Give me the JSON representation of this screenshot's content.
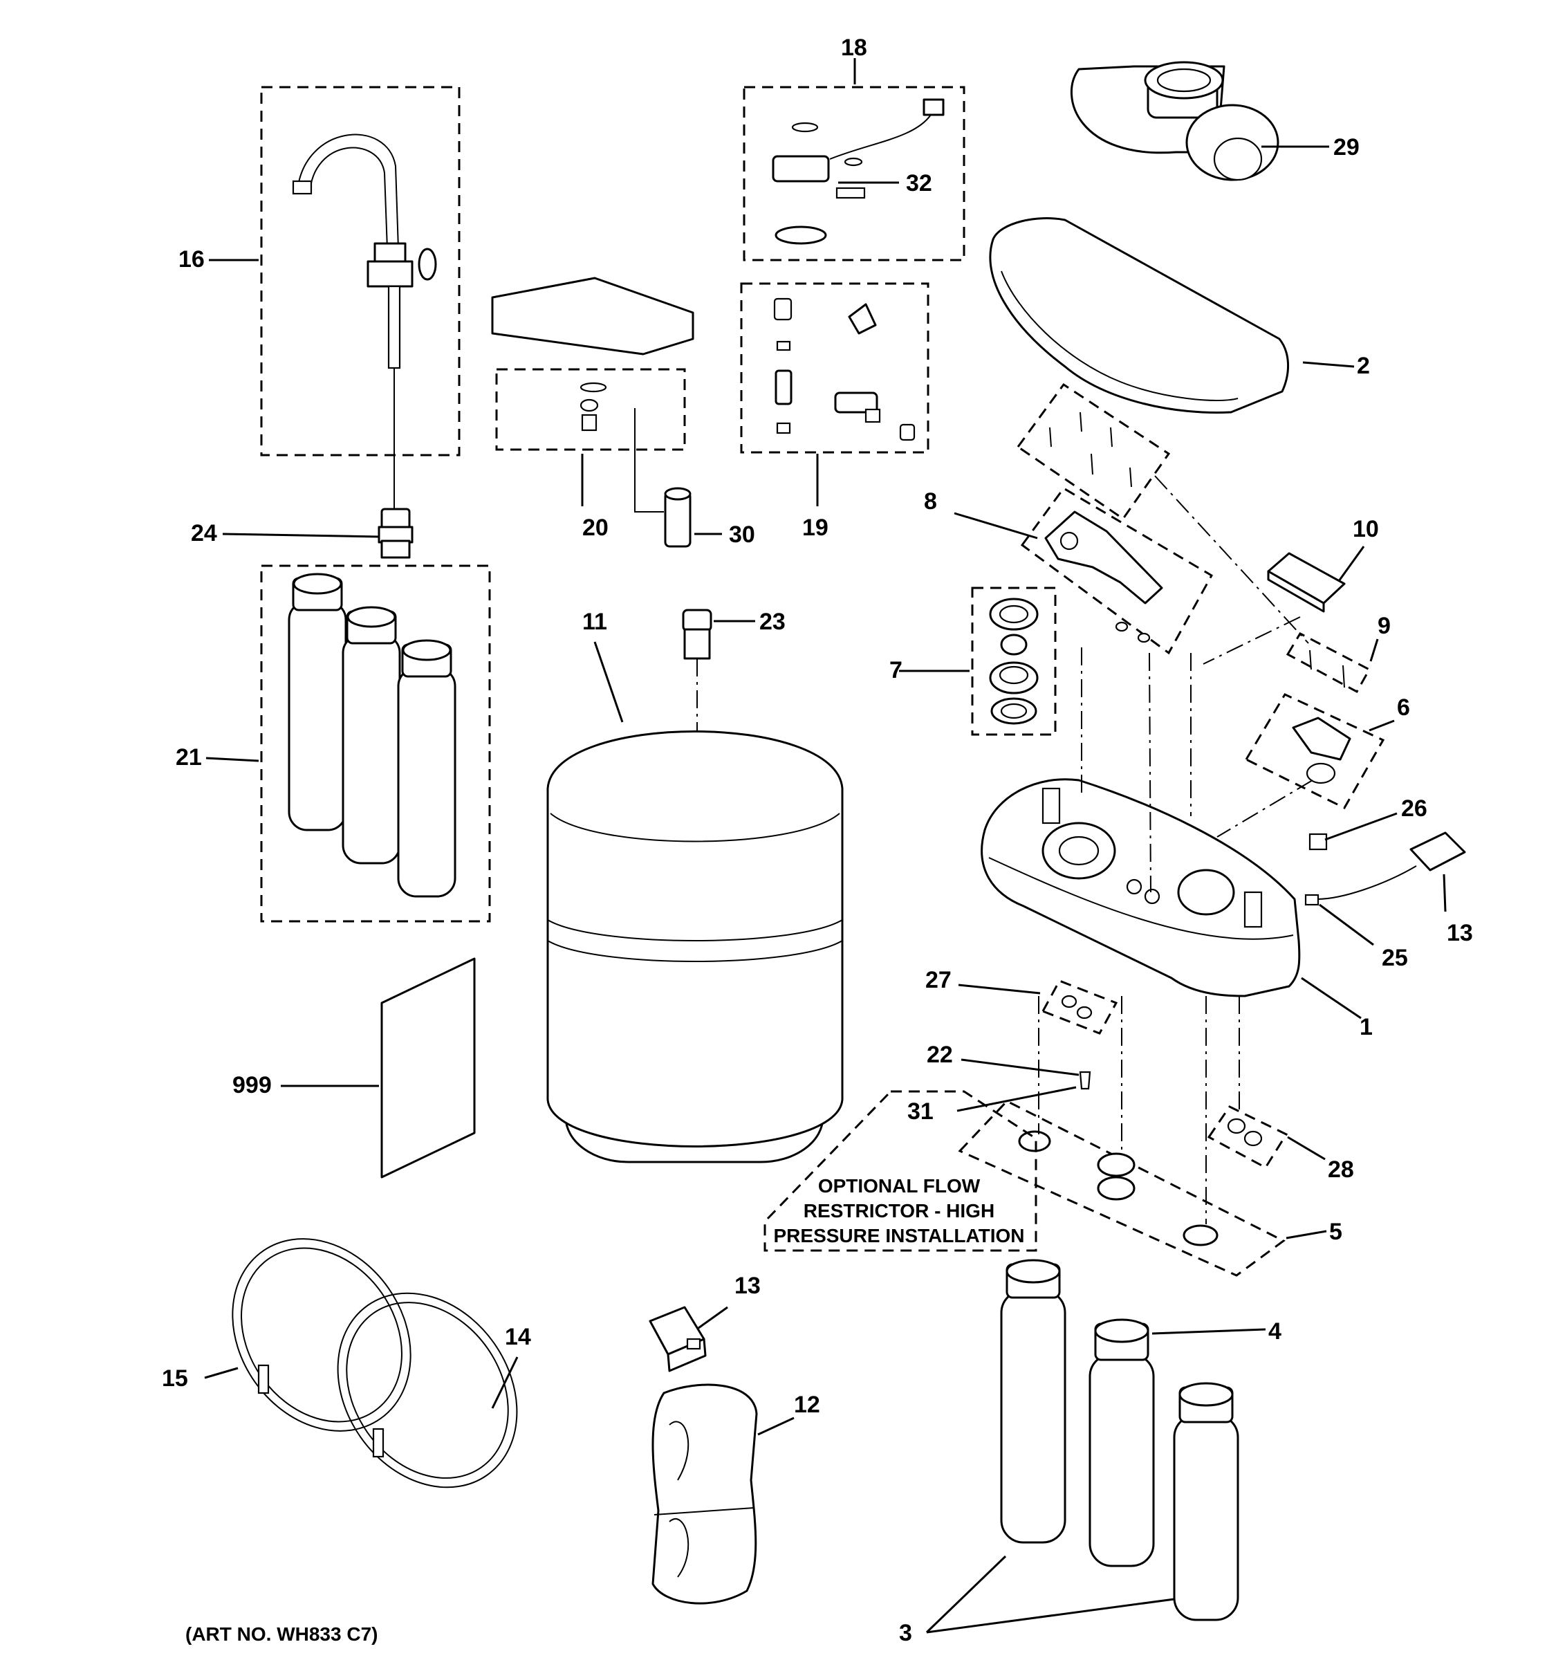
{
  "callouts": {
    "c1": "1",
    "c2": "2",
    "c3": "3",
    "c4": "4",
    "c5": "5",
    "c6": "6",
    "c7": "7",
    "c8": "8",
    "c9": "9",
    "c10": "10",
    "c11": "11",
    "c12": "12",
    "c13a": "13",
    "c13b": "13",
    "c14": "14",
    "c15": "15",
    "c16": "16",
    "c18": "18",
    "c19": "19",
    "c20": "20",
    "c21": "21",
    "c22": "22",
    "c23": "23",
    "c24": "24",
    "c25": "25",
    "c26": "26",
    "c27": "27",
    "c28": "28",
    "c29": "29",
    "c30": "30",
    "c31": "31",
    "c32": "32",
    "c999": "999"
  },
  "note": {
    "line1": "OPTIONAL FLOW",
    "line2": "RESTRICTOR - HIGH",
    "line3": "PRESSURE INSTALLATION"
  },
  "art_number": "(ART NO. WH833 C7)"
}
